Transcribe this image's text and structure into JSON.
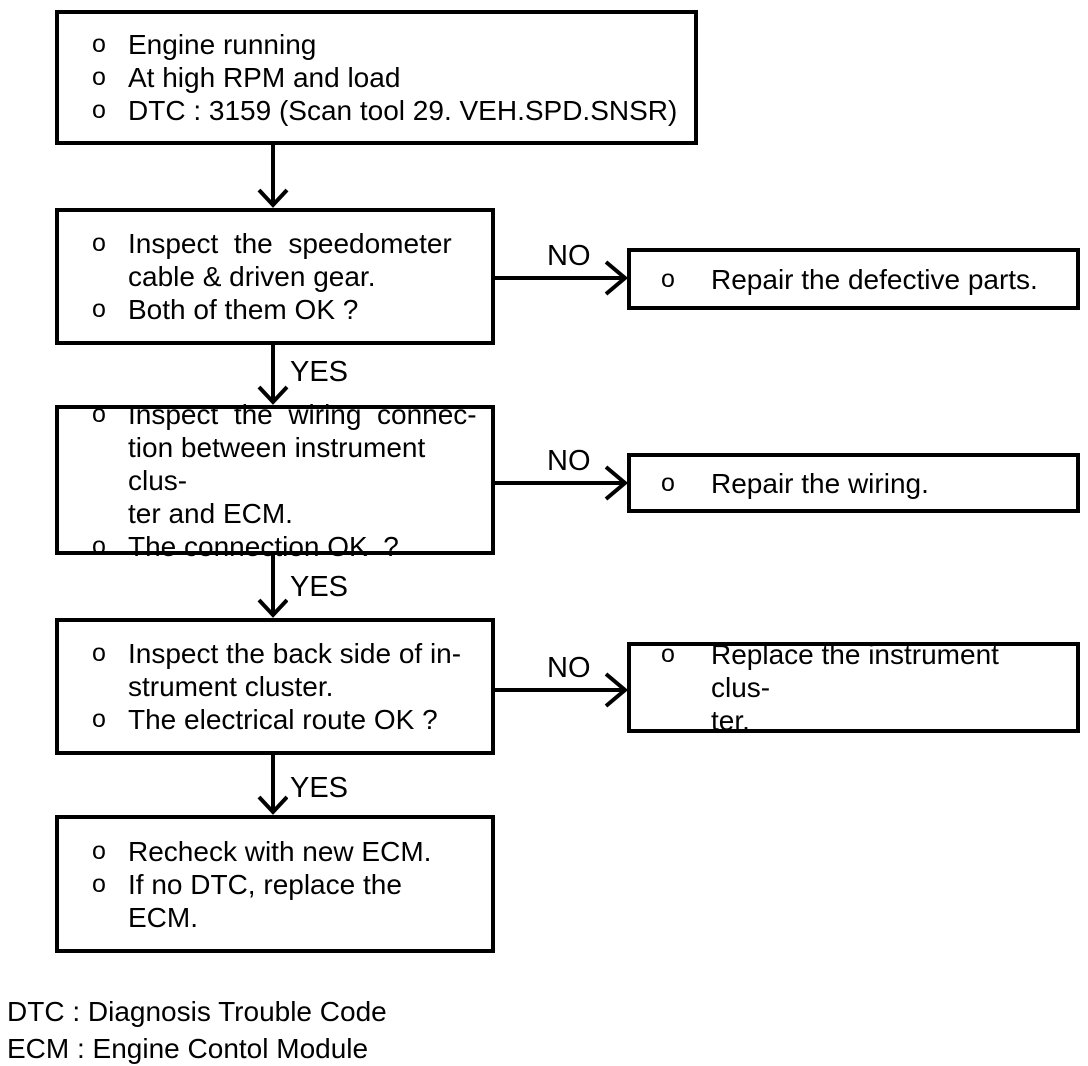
{
  "ui": {
    "bullet": "o",
    "yes_label": "YES",
    "no_label": "NO"
  },
  "colors": {
    "line": "#000000",
    "background": "#ffffff",
    "text": "#000000"
  },
  "flowchart": {
    "start": {
      "items": [
        "Engine running",
        "At high RPM and load",
        "DTC : 3159 (Scan tool 29. VEH.SPD.SNSR)"
      ]
    },
    "steps": [
      {
        "check_items": [
          "Inspect  the  speedometer\ncable & driven gear.",
          "Both of them OK ?"
        ],
        "no_result": "Repair the defective parts."
      },
      {
        "check_items": [
          "Inspect  the  wiring  connec-\ntion between instrument clus-\nter and ECM.",
          "The connection OK  ?"
        ],
        "no_result": "Repair the wiring."
      },
      {
        "check_items": [
          "Inspect the back side of in-\nstrument cluster.",
          "The electrical route OK ?"
        ],
        "no_result": "Replace the instrument clus-\nter."
      }
    ],
    "end": {
      "items": [
        "Recheck with new ECM.",
        "If no DTC, replace the ECM."
      ]
    }
  },
  "legend": {
    "lines": [
      "DTC : Diagnosis Trouble Code",
      "ECM : Engine Contol Module"
    ]
  }
}
